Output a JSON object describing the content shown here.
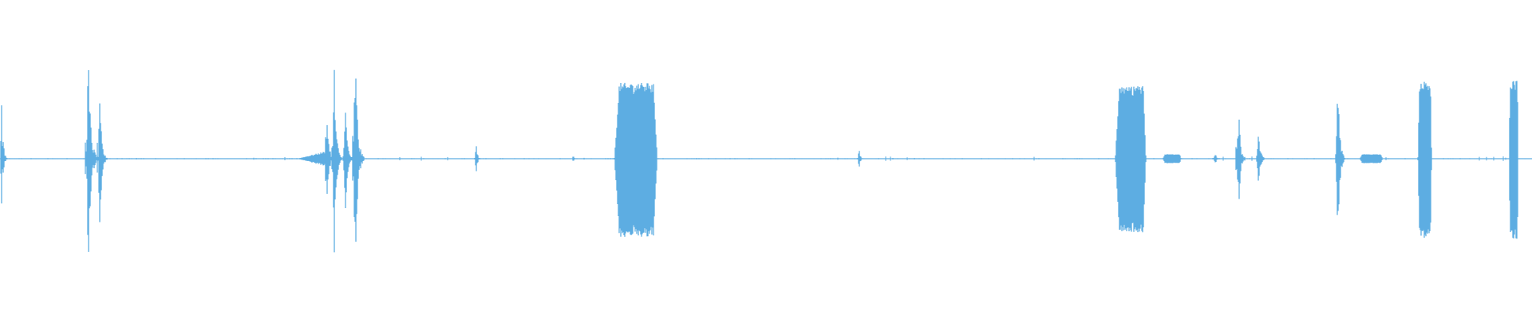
{
  "waveform": {
    "color": "#5dade2",
    "segments": [
      {
        "center": 0.15,
        "width": 0.6,
        "amp_up": 0.62,
        "amp_down": 0.52,
        "shape": "spike"
      },
      {
        "center": 6.0,
        "width": 0.8,
        "amp_up": 0.95,
        "amp_down": 1.0,
        "shape": "spike"
      },
      {
        "center": 6.7,
        "width": 0.6,
        "amp_up": 0.55,
        "amp_down": 0.63,
        "shape": "spike"
      },
      {
        "center": 20.5,
        "width": 2.2,
        "amp_up": 0.08,
        "amp_down": 0.08,
        "shape": "ramp"
      },
      {
        "center": 21.5,
        "width": 0.6,
        "amp_up": 0.46,
        "amp_down": 0.48,
        "shape": "spike"
      },
      {
        "center": 22.0,
        "width": 0.6,
        "amp_up": 0.9,
        "amp_down": 0.95,
        "shape": "spike"
      },
      {
        "center": 22.7,
        "width": 0.6,
        "amp_up": 0.67,
        "amp_down": 0.72,
        "shape": "spike"
      },
      {
        "center": 23.4,
        "width": 0.7,
        "amp_up": 1.1,
        "amp_down": 1.14,
        "shape": "spike"
      },
      {
        "center": 31.2,
        "width": 0.4,
        "amp_up": 0.15,
        "amp_down": 0.15,
        "shape": "spike"
      },
      {
        "center": 37.5,
        "width": 0.3,
        "amp_up": 0.04,
        "amp_down": 0.04,
        "shape": "spike"
      },
      {
        "center": 41.5,
        "width": 2.8,
        "amp_up": 0.68,
        "amp_down": 0.7,
        "shape": "block"
      },
      {
        "center": 56.2,
        "width": 0.4,
        "amp_up": 0.09,
        "amp_down": 0.09,
        "shape": "spike"
      },
      {
        "center": 73.8,
        "width": 2.0,
        "amp_up": 0.65,
        "amp_down": 0.66,
        "shape": "block"
      },
      {
        "center": 76.5,
        "width": 1.2,
        "amp_up": 0.04,
        "amp_down": 0.04,
        "shape": "block"
      },
      {
        "center": 79.5,
        "width": 0.6,
        "amp_up": 0.05,
        "amp_down": 0.05,
        "shape": "spike"
      },
      {
        "center": 81.0,
        "width": 0.6,
        "amp_up": 0.64,
        "amp_down": 0.66,
        "shape": "spike"
      },
      {
        "center": 82.3,
        "width": 0.5,
        "amp_up": 0.38,
        "amp_down": 0.38,
        "shape": "spike"
      },
      {
        "center": 87.5,
        "width": 0.6,
        "amp_up": 0.78,
        "amp_down": 0.8,
        "shape": "spike"
      },
      {
        "center": 89.5,
        "width": 1.5,
        "amp_up": 0.04,
        "amp_down": 0.04,
        "shape": "block"
      },
      {
        "center": 93.0,
        "width": 0.9,
        "amp_up": 0.7,
        "amp_down": 0.72,
        "shape": "block"
      },
      {
        "center": 98.8,
        "width": 0.6,
        "amp_up": 0.7,
        "amp_down": 0.72,
        "shape": "block"
      }
    ]
  }
}
